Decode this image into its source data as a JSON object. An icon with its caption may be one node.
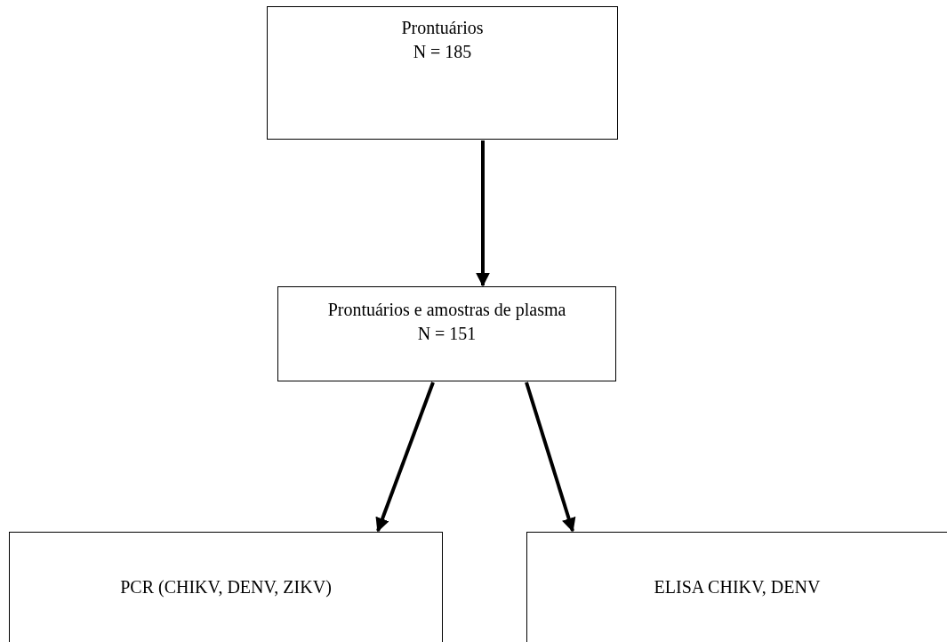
{
  "diagram": {
    "nodes": [
      {
        "text": [
          "Prontuários",
          "N = 185"
        ]
      },
      {
        "text": [
          "Prontuários e amostras de plasma",
          "N = 151"
        ]
      },
      {
        "text": [
          "PCR (CHIKV, DENV, ZIKV)"
        ]
      },
      {
        "text": [
          "ELISA CHIKV, DENV"
        ]
      }
    ],
    "edges": [
      {
        "from": 0,
        "to": 1,
        "arrow": "to"
      },
      {
        "from": 1,
        "to": 2,
        "arrow": "to"
      },
      {
        "from": 1,
        "to": 3,
        "arrow": "to"
      }
    ]
  }
}
